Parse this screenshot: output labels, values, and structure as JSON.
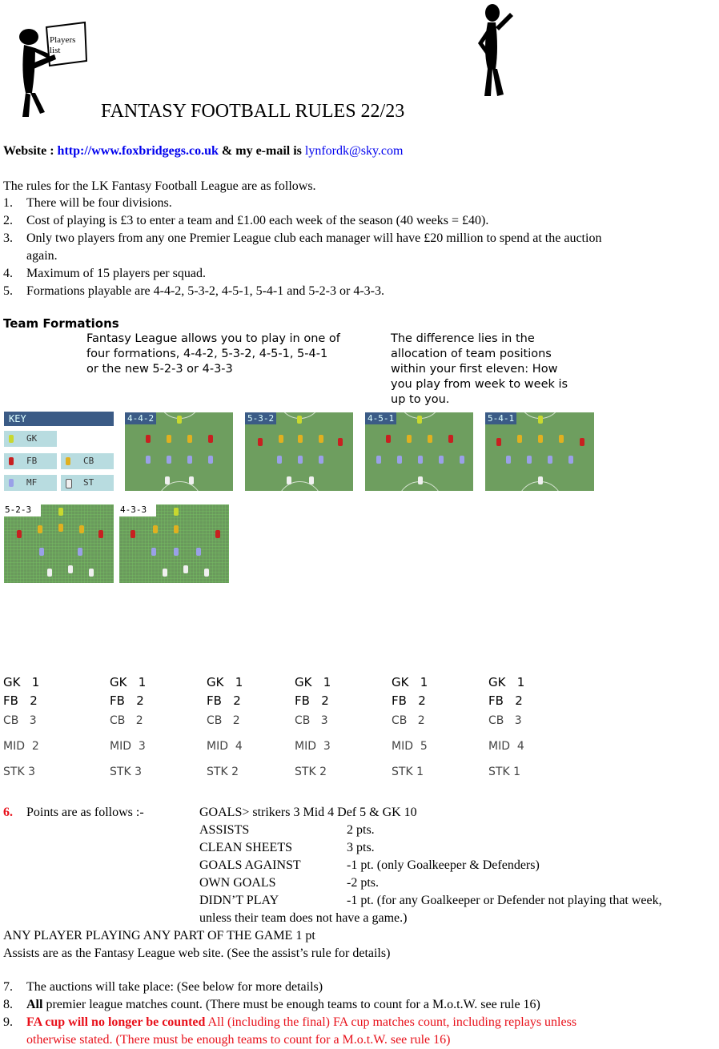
{
  "header": {
    "cartoon_label": "Players list",
    "title": "FANTASY FOOTBALL RULES 22/23"
  },
  "contact": {
    "website_label": "Website : ",
    "website_url": "http://www.foxbridgegs.co.uk",
    "email_label": " & my e-mail is ",
    "email": "lynfordk@sky.com"
  },
  "intro": "The rules for the LK Fantasy Football League are as follows.",
  "rules_a": [
    {
      "num": "1.",
      "text": "There will be four divisions."
    },
    {
      "num": "2.",
      "text": "Cost of playing is £3 to enter a team and £1.00 each week of the season (40 weeks = £40)."
    },
    {
      "num": "3.",
      "text": "Only two players from any one Premier League club each manager will have £20 million to spend at the auction",
      "text2": "again."
    },
    {
      "num": "4.",
      "text": "Maximum of 15 players per squad."
    },
    {
      "num": "5.",
      "text": "Formations playable are 4-4-2, 5-3-2, 4-5-1, 5-4-1 and 5-2-3 or 4-3-3."
    }
  ],
  "formations_section": {
    "heading": "Team Formations",
    "left_text": [
      "Fantasy League allows you to play in one of",
      "four formations, 4-4-2, 5-3-2,  4-5-1, 5-4-1",
      "or the new 5-2-3 or 4-3-3"
    ],
    "right_text": [
      "The difference lies in the",
      "allocation of team positions",
      "within your first eleven: How",
      "you play from week to week is",
      "up to you."
    ]
  },
  "key": {
    "title": "KEY",
    "items": [
      "GK",
      "FB",
      "CB",
      "MF",
      "ST"
    ]
  },
  "pitches": [
    "4-4-2",
    "5-3-2",
    "4-5-1",
    "5-4-1",
    "5-2-3",
    "4-3-3"
  ],
  "formation_table": [
    {
      "gk": "GK   1",
      "fb": "FB   2",
      "cb": "CB   3",
      "mid": "MID  2",
      "stk": "STK 3"
    },
    {
      "gk": "GK   1",
      "fb": "FB   2",
      "cb": "CB   2",
      "mid": "MID  3",
      "stk": "STK 3"
    },
    {
      "gk": "GK   1",
      "fb": "FB   2",
      "cb": "CB   2",
      "mid": "MID  4",
      "stk": "STK 2"
    },
    {
      "gk": "GK   1",
      "fb": "FB   2",
      "cb": "CB   3",
      "mid": "MID  3",
      "stk": "STK 2"
    },
    {
      "gk": "GK   1",
      "fb": "FB   2",
      "cb": "CB   2",
      "mid": "MID  5",
      "stk": "STK 1"
    },
    {
      "gk": "GK   1",
      "fb": "FB   2",
      "cb": "CB   3",
      "mid": "MID  4",
      "stk": "STK 1"
    }
  ],
  "points": {
    "num": "6.",
    "label": "Points are as follows :-",
    "goals": "GOALS> strikers 3 Mid 4 Def 5 & GK 10",
    "rows": [
      {
        "name": "ASSISTS",
        "value": "2 pts."
      },
      {
        "name": "CLEAN SHEETS",
        "value": "3 pts."
      },
      {
        "name": "GOALS AGAINST",
        "value": "-1 pt. (only Goalkeeper & Defenders)"
      },
      {
        "name": "OWN GOALS",
        "value": "-2 pts."
      },
      {
        "name": "DIDN’T PLAY",
        "value": "-1 pt. (for any Goalkeeper or Defender not playing that week,"
      }
    ],
    "continuation": "unless their team does not have a game.)",
    "any_player": "ANY PLAYER PLAYING ANY PART OF THE GAME 1 pt",
    "assists_note": "Assists are as the Fantasy League web site. (See the assist’s rule for details)"
  },
  "rules_b": [
    {
      "num": "7.",
      "text": "The auctions will take place: (See below for more details)"
    },
    {
      "num": "8.",
      "bold": "All",
      "text": " premier league matches count. (There must be enough teams to count for a M.o.t.W. see rule 16)"
    },
    {
      "num": "9.",
      "red_bold": "FA cup will no longer be counted",
      "red_text": " All (including the final) FA cup matches count, including replays unless",
      "red_text2": "otherwise stated. (There must be enough teams to count for a M.o.t.W. see rule 16)"
    }
  ]
}
